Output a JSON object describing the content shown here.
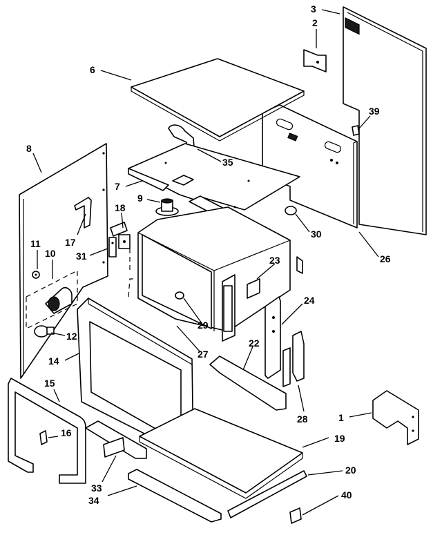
{
  "callouts": [
    {
      "id": "1",
      "label": "1"
    },
    {
      "id": "2",
      "label": "2"
    },
    {
      "id": "3",
      "label": "3"
    },
    {
      "id": "6",
      "label": "6"
    },
    {
      "id": "7",
      "label": "7"
    },
    {
      "id": "8",
      "label": "8"
    },
    {
      "id": "9",
      "label": "9"
    },
    {
      "id": "10",
      "label": "10"
    },
    {
      "id": "11",
      "label": "11"
    },
    {
      "id": "12",
      "label": "12"
    },
    {
      "id": "14",
      "label": "14"
    },
    {
      "id": "15",
      "label": "15"
    },
    {
      "id": "16",
      "label": "16"
    },
    {
      "id": "17",
      "label": "17"
    },
    {
      "id": "18",
      "label": "18"
    },
    {
      "id": "19",
      "label": "19"
    },
    {
      "id": "20",
      "label": "20"
    },
    {
      "id": "22",
      "label": "22"
    },
    {
      "id": "23",
      "label": "23"
    },
    {
      "id": "24",
      "label": "24"
    },
    {
      "id": "26",
      "label": "26"
    },
    {
      "id": "27",
      "label": "27"
    },
    {
      "id": "28",
      "label": "28"
    },
    {
      "id": "29",
      "label": "29"
    },
    {
      "id": "30",
      "label": "30"
    },
    {
      "id": "31",
      "label": "31"
    },
    {
      "id": "33",
      "label": "33"
    },
    {
      "id": "34",
      "label": "34"
    },
    {
      "id": "35",
      "label": "35"
    },
    {
      "id": "39",
      "label": "39"
    },
    {
      "id": "40",
      "label": "40"
    }
  ]
}
